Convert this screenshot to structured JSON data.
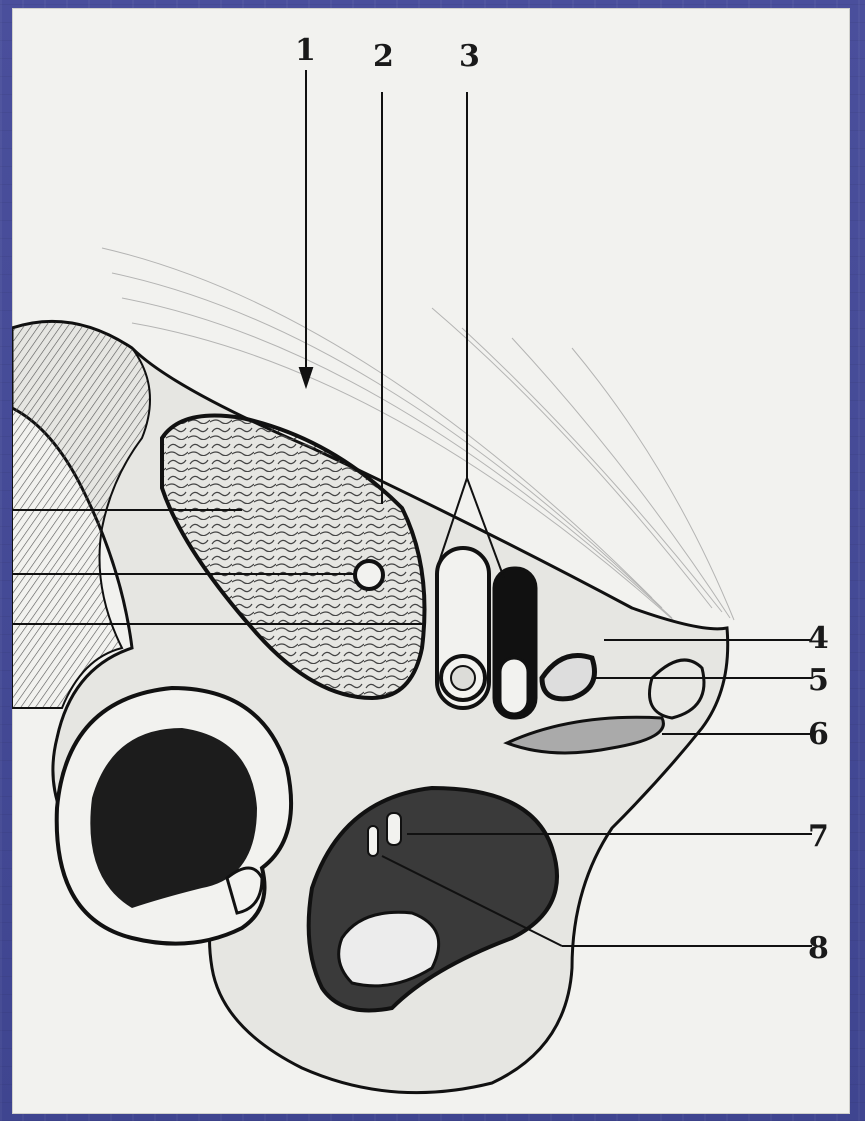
{
  "labels": {
    "l1": "1",
    "l2": "2",
    "l3": "3",
    "l4": "4",
    "l5": "5",
    "l6": "6",
    "l7": "7",
    "l8": "8"
  },
  "colors": {
    "background": "#4a4f9a",
    "paper": "#f2f2ef",
    "ink": "#1a1a1a"
  }
}
